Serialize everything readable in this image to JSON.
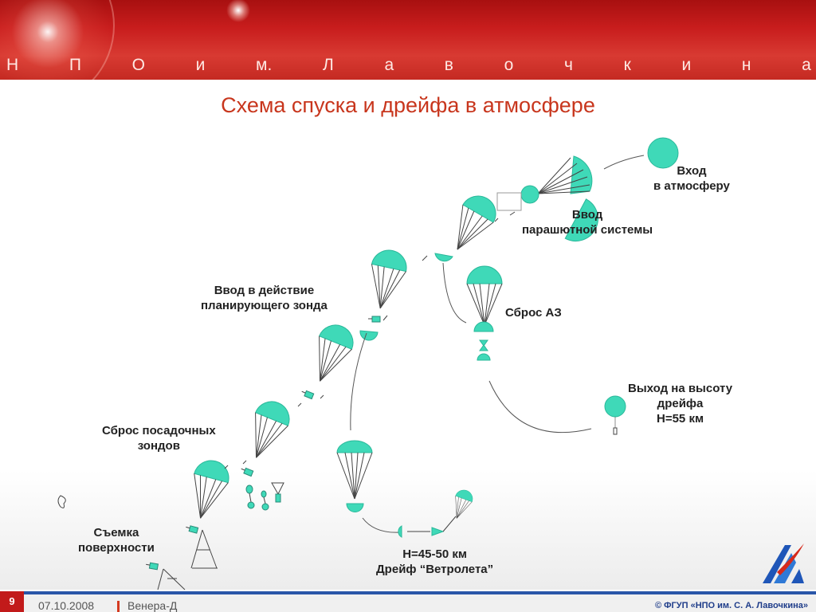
{
  "header": {
    "brand_letters": [
      "Н",
      "П",
      "О",
      "и",
      "м.",
      "Л",
      "а",
      "в",
      "о",
      "ч",
      "к",
      "и",
      "н",
      "а"
    ]
  },
  "slide": {
    "title": "Схема спуска и дрейфа в атмосфере"
  },
  "labels": {
    "entry": "Вход\nв атмосферу",
    "parachute": "Ввод\nпарашютной системы",
    "az_drop": "Сброс АЗ",
    "gliding_probe": "Ввод в действие\nпланирующего зонда",
    "landing_probes": "Сброс посадочных\nзондов",
    "surface": "Съемка\nповерхности",
    "drift_alt": "Выход на высоту\nдрейфа\nН=55 км",
    "drift": "Н=45-50 км\nДрейф “Ветролета”"
  },
  "footer": {
    "page_number": "9",
    "date": "07.10.2008",
    "project": "Венера-Д",
    "copyright": "© ФГУП «НПО им. С. А. Лавочкина»"
  },
  "colors": {
    "canopy": "#3fd9b8",
    "header_red": "#c81d1d",
    "title_red": "#c8361d",
    "footer_blue": "#2a56a8"
  }
}
